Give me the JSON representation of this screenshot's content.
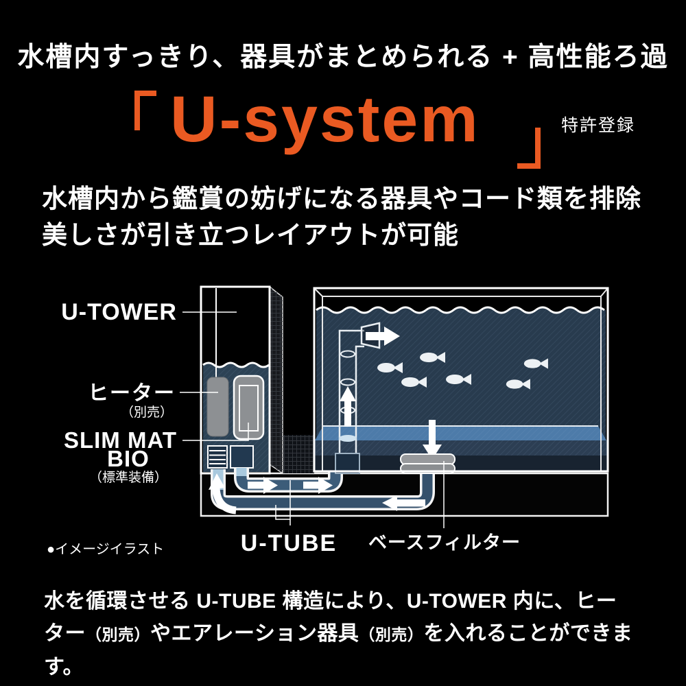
{
  "page": {
    "background": "#000000",
    "accent_orange": "#ea5a22"
  },
  "header": {
    "tagline": "水槽内すっきり、器具がまとめられる + 高性能ろ過",
    "title_full": "「U-system」",
    "title_text": "U-system",
    "bracket_open": "「",
    "bracket_close": "」",
    "patent_note": "特許登録"
  },
  "intro": {
    "line1": "水槽内から鑑賞の妨げになる器具やコード類を排除",
    "line2": "美しさが引き立つレイアウトが可能"
  },
  "diagram": {
    "caption": "●イメージイラスト",
    "labels": {
      "u_tower": "U-TOWER",
      "heater": "ヒーター",
      "heater_note": "（別売）",
      "slim_mat_line1": "SLIM MAT",
      "slim_mat_line2": "BIO",
      "slim_mat_note": "（標準装備）",
      "u_tube": "U-TUBE",
      "base_filter": "ベースフィルター"
    },
    "colors": {
      "tank_water": "#283b4e",
      "tower_water": "#2c4255",
      "substrate_top": "#4d7ba9",
      "substrate_front": "#2c3e53",
      "substrate_dark": "#182330",
      "equipment_gray": "#8d9093",
      "base_filter_gray": "#97999c",
      "tube_blue": "#3c5c79",
      "tube_light": "#a9c9de",
      "outline_white": "#ffffff"
    }
  },
  "footer": {
    "line1": "水を循環させる U-TUBE 構造により、U-TOWER 内に、ヒー",
    "line2_parts": [
      "ター",
      "（別売）",
      "やエアレーション器具",
      "（別売）",
      "を入れることができます。"
    ]
  }
}
